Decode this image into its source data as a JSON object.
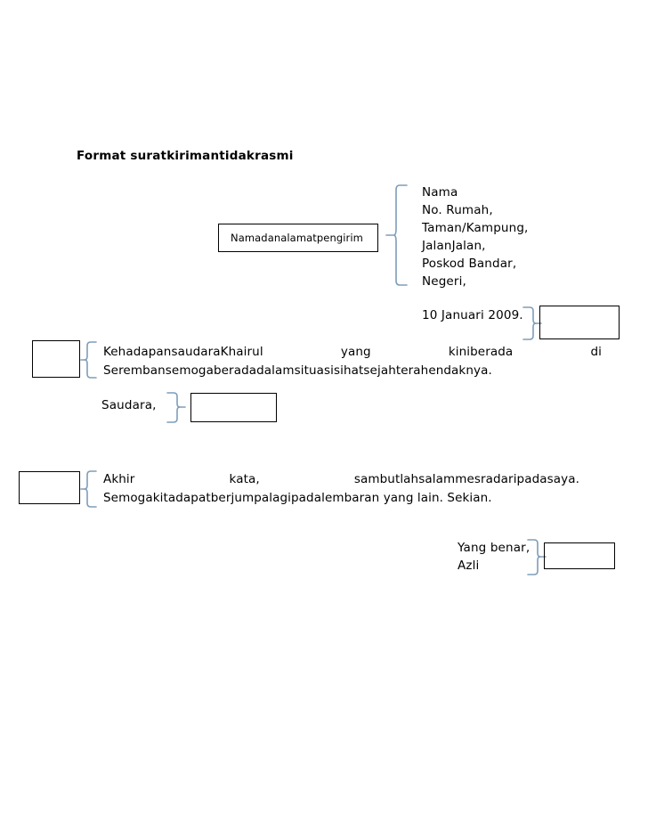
{
  "document": {
    "title": "Format suratkirimantidakrasmi",
    "sender_box_label": "Namadanalamatpengirim",
    "address_lines": [
      "Nama",
      "No. Rumah,",
      "Taman/Kampung,",
      "JalanJalan,",
      "Poskod Bandar,",
      "Negeri,"
    ],
    "date": "10 Januari 2009.",
    "opening_paragraph": {
      "line1_segments": [
        "KehadapansaudaraKhairul",
        "yang",
        "kiniberada",
        "di"
      ],
      "line2": "Serembansemogaberadadalamsituasisihatsejahterahendaknya."
    },
    "salutation": "Saudara,",
    "closing_paragraph": {
      "line1_segments": [
        "Akhir",
        "kata,",
        "sambutlahsalammesradaripadasaya."
      ],
      "line2": "Semogakitadapatberjumpalagipadalembaran yang lain. Sekian."
    },
    "signoff": {
      "line1": "Yang benar,",
      "line2": "Azli"
    },
    "empty_boxes": [
      {
        "name": "date-callout-box"
      },
      {
        "name": "opening-callout-box"
      },
      {
        "name": "salutation-callout-box"
      },
      {
        "name": "closing-callout-box"
      },
      {
        "name": "signoff-callout-box"
      }
    ],
    "colors": {
      "brace": "#7f9db9",
      "text": "#000000",
      "box_border": "#000000",
      "background": "#ffffff"
    }
  }
}
